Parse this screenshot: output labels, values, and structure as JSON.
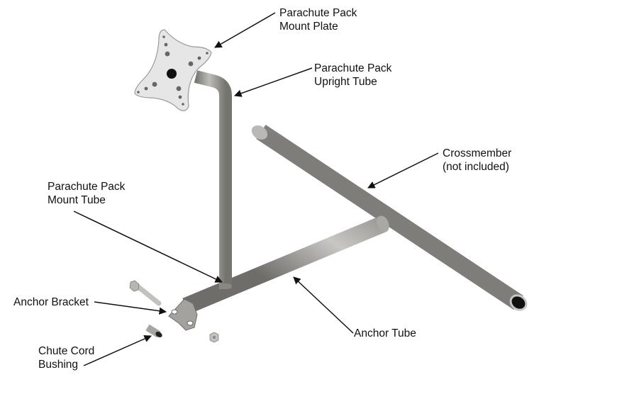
{
  "diagram": {
    "type": "exploded parts illustration",
    "subject": "Parachute pack mount assembly"
  },
  "labels": {
    "mount_plate": {
      "line1": "Parachute Pack",
      "line2": "Mount Plate"
    },
    "upright_tube": {
      "line1": "Parachute Pack",
      "line2": "Upright Tube"
    },
    "crossmember": {
      "line1": "Crossmember",
      "line2": "(not included)"
    },
    "mount_tube": {
      "line1": "Parachute Pack",
      "line2": "Mount Tube"
    },
    "anchor_bracket": {
      "line1": "Anchor Bracket"
    },
    "chute_cord_bushing": {
      "line1": "Chute Cord",
      "line2": "Bushing"
    },
    "anchor_tube": {
      "line1": "Anchor Tube"
    }
  },
  "colors": {
    "background": "#ffffff",
    "text": "#111111",
    "arrow": "#111111",
    "tube_light": "#c9c9c6",
    "tube_mid": "#9d9b97",
    "tube_dark": "#6e6c68",
    "plate": "#e4e4e4",
    "hole": "#111111"
  }
}
